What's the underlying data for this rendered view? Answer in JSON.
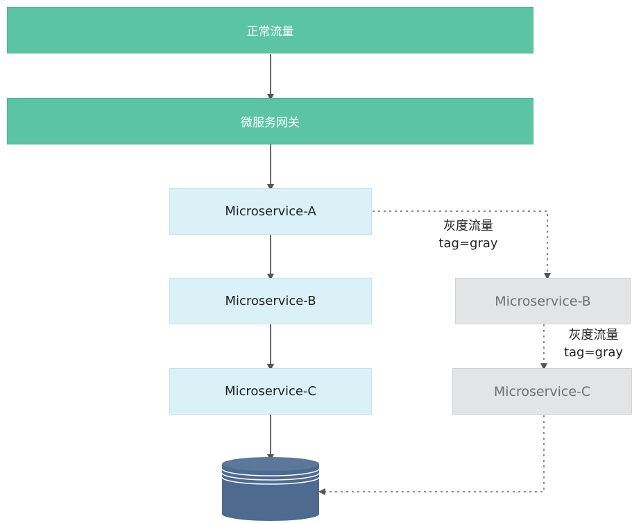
{
  "top": {
    "normal_traffic": "正常流量",
    "gateway": "微服务网关"
  },
  "services": {
    "a": "Microservice-A",
    "b": "Microservice-B",
    "c": "Microservice-C"
  },
  "gray_services": {
    "b": "Microservice-B",
    "c": "Microservice-C"
  },
  "labels": {
    "gray_traffic_1": "灰度流量",
    "tag_1": "tag=gray",
    "gray_traffic_2": "灰度流量",
    "tag_2": "tag=gray"
  },
  "colors": {
    "green": "#5bc4a2",
    "blue": "#daf1f7",
    "gray": "#e3e4e5",
    "database": "#4e6b8f"
  }
}
